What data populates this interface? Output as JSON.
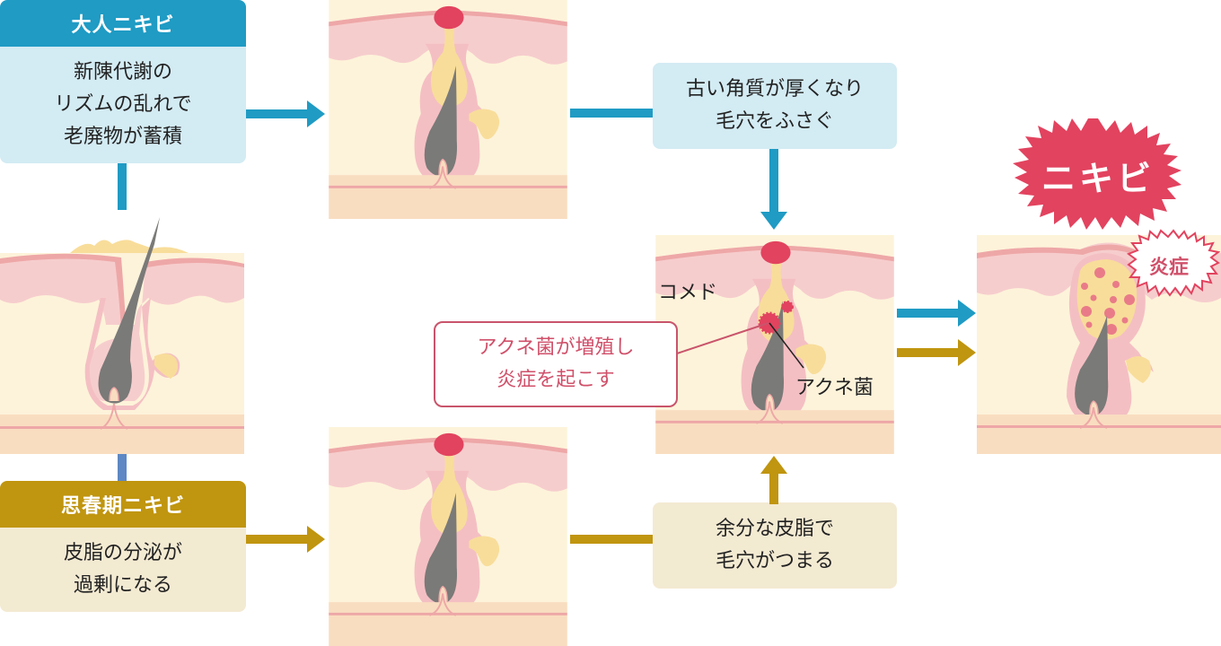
{
  "colors": {
    "adult_accent": "#1f9bc4",
    "adult_fill": "#d3ebf3",
    "teen_accent": "#c0950f",
    "teen_fill": "#f3ead2",
    "acne_red": "#e2435f",
    "callout_red": "#d0506a",
    "skin_pink": "#f6cdcd",
    "dermis_cream": "#fdf3da",
    "sebum_yellow": "#f8dd9a",
    "hair_gray": "#7a7a78",
    "subcutis_peach": "#f9ddc0"
  },
  "adult_acne": {
    "title": "大人ニキビ",
    "lines": [
      "新陳代謝の",
      "リズムの乱れで",
      "老廃物が蓄積"
    ]
  },
  "teen_acne": {
    "title": "思春期ニキビ",
    "lines": [
      "皮脂の分泌が",
      "過剰になる"
    ]
  },
  "step_keratin": {
    "lines": [
      "古い角質が厚くなり",
      "毛穴をふさぐ"
    ]
  },
  "step_sebum": {
    "lines": [
      "余分な皮脂で",
      "毛穴がつまる"
    ]
  },
  "comedo_panel": {
    "comedo_label": "コメド",
    "bacteria_label": "アクネ菌"
  },
  "callout": {
    "lines": [
      "アクネ菌が増殖し",
      "炎症を起こす"
    ]
  },
  "result": {
    "burst_label": "ニキビ",
    "inflammation_label": "炎症"
  }
}
